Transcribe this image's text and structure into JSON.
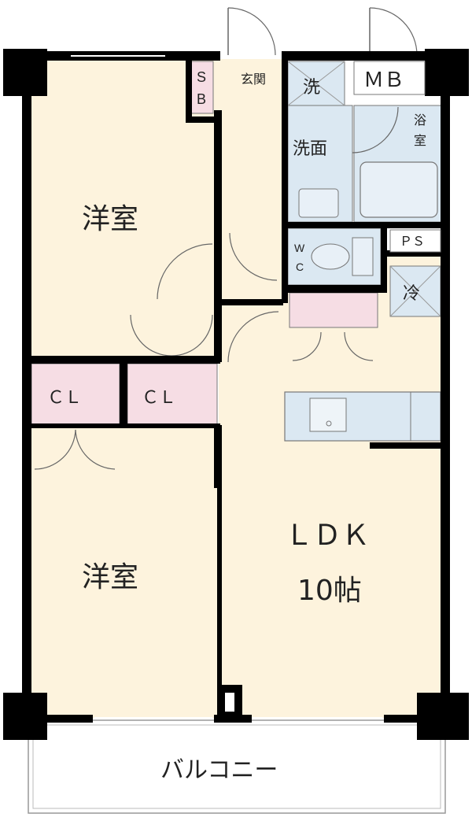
{
  "rooms": {
    "western_room_1": "洋室",
    "western_room_2": "洋室",
    "closet_1": "ＣＬ",
    "closet_2": "ＣＬ",
    "shoe_box": "ＳＢ",
    "entrance": "玄関",
    "laundry": "洗",
    "washroom": "洗面",
    "bath": "浴室",
    "toilet": "ＷＣ",
    "meter_box": "ＭＢ",
    "pipe_space": "ＰＳ",
    "fridge": "冷",
    "ldk": "ＬＤＫ",
    "ldk_size": "10帖",
    "balcony": "バルコニー"
  },
  "colors": {
    "floor": "#fdf3dd",
    "closet": "#f6dde4",
    "wet_area": "#dbe8f2",
    "wall": "#000000",
    "balcony": "#ffffff"
  }
}
